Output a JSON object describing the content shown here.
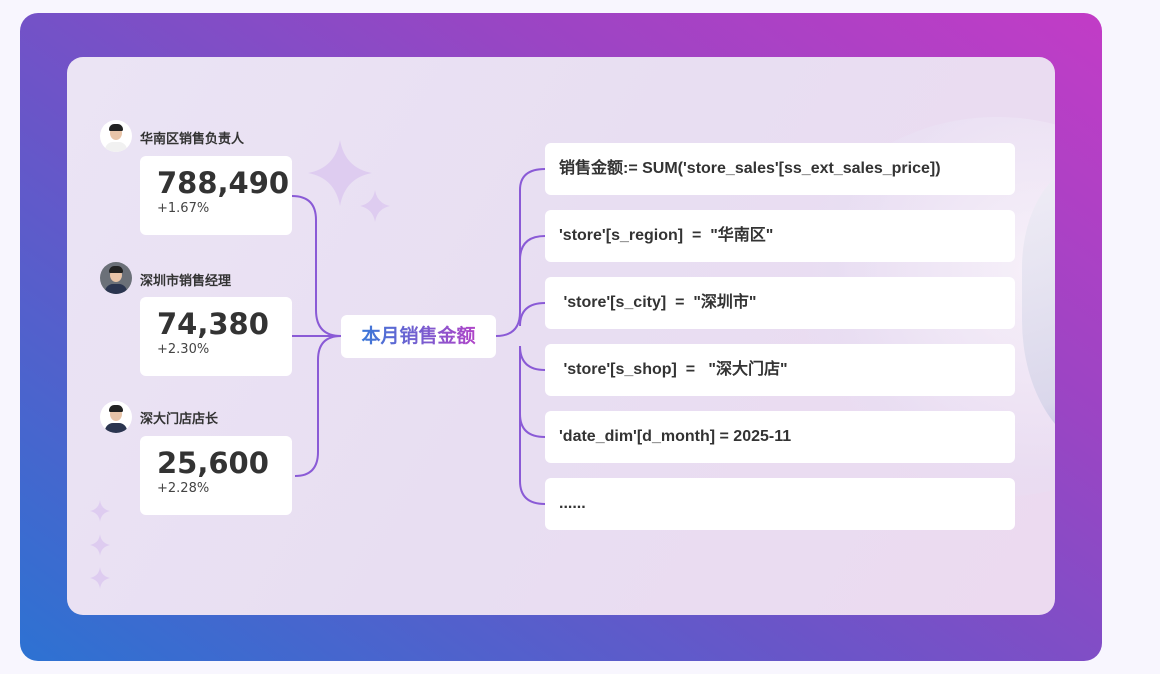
{
  "managers": [
    {
      "title": "华南区销售负责人",
      "value": "788,490",
      "change": "+1.67%"
    },
    {
      "title": "深圳市销售经理",
      "value": "74,380",
      "change": "+2.30%"
    },
    {
      "title": "深大门店店长",
      "value": "25,600",
      "change": "+2.28%"
    }
  ],
  "center": {
    "label": "本月销售金额"
  },
  "conditions": [
    "销售金额:= SUM('store_sales'[ss_ext_sales_price])",
    "'store'[s_region]  =  \"华南区\"",
    " 'store'[s_city]  =  \"深圳市\"",
    " 'store'[s_shop]  =   \"深大门店\"",
    "'date_dim'[d_month] = 2025-11",
    "......"
  ],
  "colors": {
    "connector": "#8a5ad6",
    "gradient_start": "#3a78d8",
    "gradient_end": "#b044c8"
  }
}
